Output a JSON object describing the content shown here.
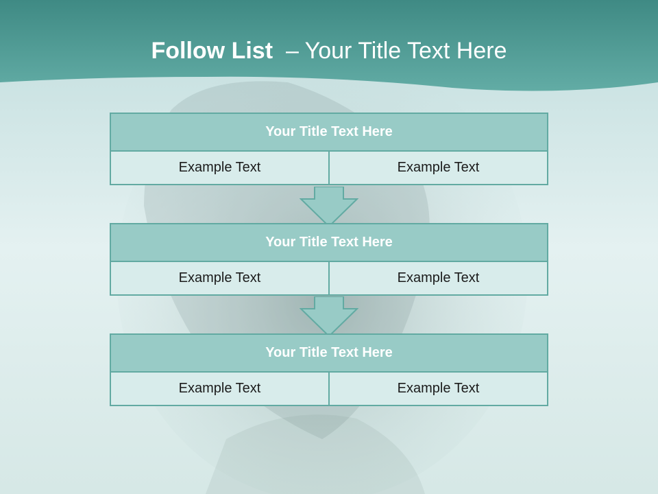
{
  "slide": {
    "title_bold": "Follow List",
    "title_rest": "– Your Title Text Here"
  },
  "blocks": [
    {
      "header": "Your Title Text Here",
      "left": "Example Text",
      "right": "Example Text"
    },
    {
      "header": "Your Title Text Here",
      "left": "Example Text",
      "right": "Example Text"
    },
    {
      "header": "Your Title Text Here",
      "left": "Example Text",
      "right": "Example Text"
    }
  ],
  "colors": {
    "banner": "#4f9e97",
    "header_fill": "#98cbc6",
    "cell_fill": "#d8eceb",
    "border": "#62aaa2"
  }
}
